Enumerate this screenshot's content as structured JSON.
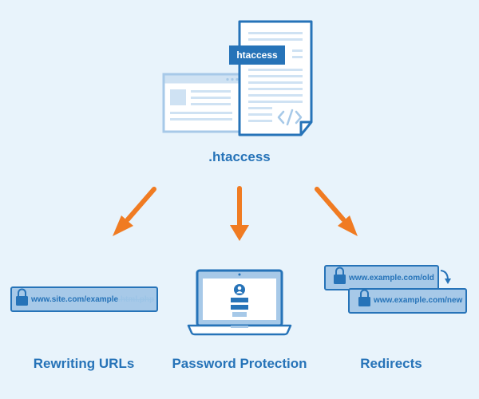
{
  "main": {
    "title": ".htaccess",
    "file_tag": "htaccess",
    "code_symbol": "</>"
  },
  "branches": [
    {
      "id": "rewriting-urls",
      "label": "Rewriting URLs"
    },
    {
      "id": "password-protection",
      "label": "Password Protection"
    },
    {
      "id": "redirects",
      "label": "Redirects"
    }
  ],
  "rewrite": {
    "url_visible": "www.site.com/example",
    "url_struck": ".html.php"
  },
  "redirect": {
    "old_url": "www.example.com/old",
    "new_url": "www.example.com/new"
  },
  "colors": {
    "background": "#e8f3fb",
    "primary_blue": "#2673b8",
    "light_blue": "#a7c9e8",
    "arrow_orange": "#f07b22"
  }
}
